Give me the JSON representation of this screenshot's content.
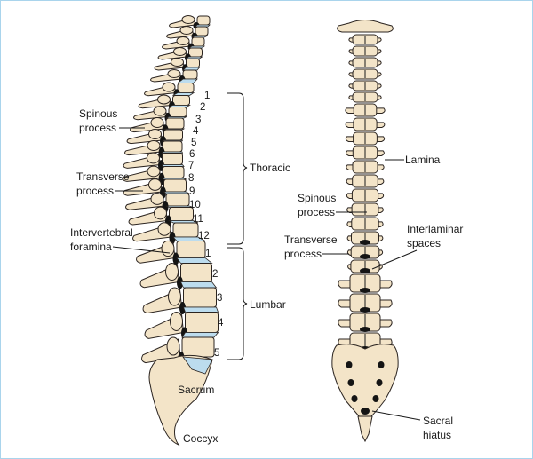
{
  "lateral_view": {
    "thoracic_numbers": [
      "1",
      "2",
      "3",
      "4",
      "5",
      "6",
      "7",
      "8",
      "9",
      "10",
      "11",
      "12"
    ],
    "lumbar_numbers": [
      "1",
      "2",
      "3",
      "4",
      "5"
    ],
    "region_labels": {
      "thoracic": "Thoracic",
      "lumbar": "Lumbar"
    },
    "labels": {
      "spinous_1": "Spinous",
      "spinous_2": "process",
      "transverse_1": "Transverse",
      "transverse_2": "process",
      "foramina_1": "Intervertebral",
      "foramina_2": "foramina",
      "sacrum": "Sacrum",
      "coccyx": "Coccyx"
    }
  },
  "posterior_view": {
    "labels": {
      "lamina": "Lamina",
      "spinous_1": "Spinous",
      "spinous_2": "process",
      "transverse_1": "Transverse",
      "transverse_2": "process",
      "interlaminar_1": "Interlaminar",
      "interlaminar_2": "spaces",
      "sacral_1": "Sacral",
      "sacral_2": "hiatus"
    }
  },
  "colors": {
    "bone": "#f3e4c8",
    "disc": "#bcdcee",
    "border": "#a9d4ec"
  }
}
